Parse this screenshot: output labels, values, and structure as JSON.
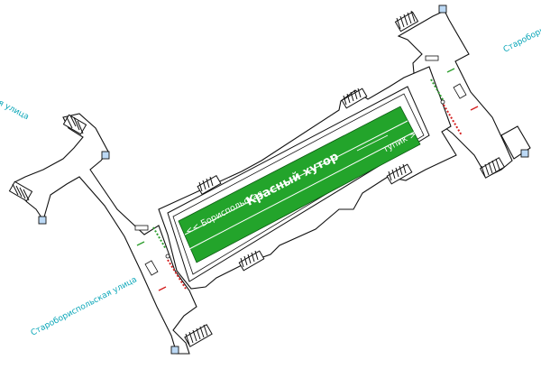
{
  "station": {
    "name": "Красный хутор",
    "left_direction": "<< Бориспольская",
    "right_direction": "тупик >>",
    "platform_color": "#23a42b"
  },
  "streets": [
    {
      "label": "Старобориспольская улица"
    },
    {
      "label": "Старобориспольская улица"
    },
    {
      "label": "Старобориспольская улица"
    }
  ],
  "colors": {
    "street_text": "#0aa6b8",
    "turnstile_in": "#2e9e2e",
    "turnstile_out": "#d42020",
    "elevator": "#bcd9f5"
  }
}
